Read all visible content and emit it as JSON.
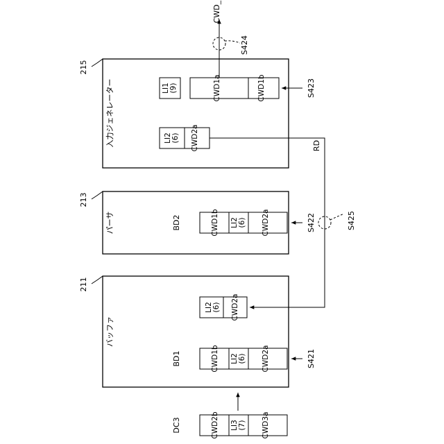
{
  "blocks": {
    "buffer": {
      "ref": "211",
      "title": "バッファ"
    },
    "parser": {
      "ref": "213",
      "title": "パーサ"
    },
    "generator": {
      "ref": "215",
      "title": "入力ジェネレーター"
    }
  },
  "buffer_packet_bd1": {
    "label": "BD1",
    "cells": [
      "CWD1b",
      "LI2\n(6)",
      "CWD2a"
    ]
  },
  "buffer_packet_single": {
    "cells": [
      "LI2\n(6)",
      "CWD2a"
    ]
  },
  "parser_packet_bd2": {
    "label": "BD2",
    "cells": [
      "CWD1b",
      "LI2\n(6)",
      "CWD2a"
    ]
  },
  "generator_row1": {
    "li": "LI1\n(9)",
    "cells": [
      "CWD1a",
      "CWD1b"
    ]
  },
  "generator_row2": {
    "li": "LI2\n(6)",
    "cell": "CWD2a"
  },
  "dc3_packet": {
    "label": "DC3",
    "cells": [
      "CWD2b",
      "LI3\n(7)",
      "CWD3a"
    ]
  },
  "steps": {
    "s421": "S421",
    "s422": "S422",
    "s423": "S423",
    "s424": "S424",
    "s425": "S425"
  },
  "signals": {
    "rd": "RD",
    "cwd_f": "CWD_F"
  }
}
